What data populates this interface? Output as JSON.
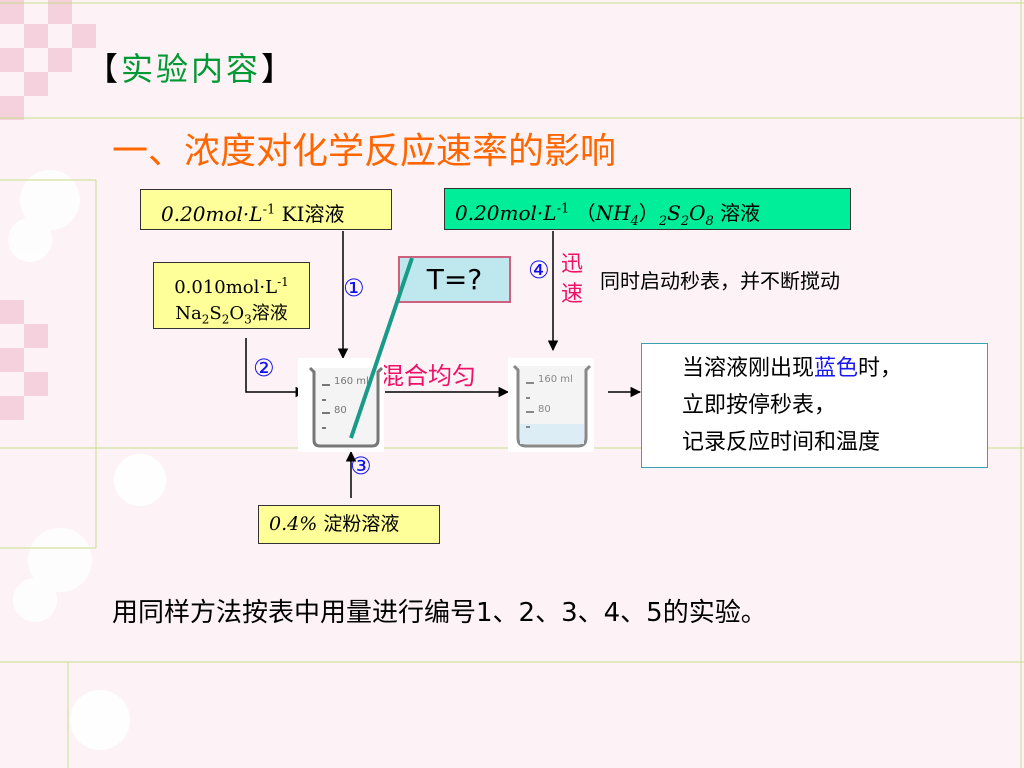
{
  "heading": {
    "open_bracket": "【",
    "text": "实验内容",
    "close_bracket": "】"
  },
  "section_title": "一、浓度对化学反应速率的影响",
  "ki_box": {
    "text": "0.20mol·L-1 KI溶液"
  },
  "persulfate_box": {
    "text": "0.20mol·L-1 （NH4）2S2O8 溶液"
  },
  "thiosulfate_box": {
    "line1": "0.010mol·L-1",
    "line2": "Na2S2O3溶液"
  },
  "starch_box": {
    "text": "0.4% 淀粉溶液"
  },
  "t_box": "T=?",
  "steps": {
    "one": "①",
    "two": "②",
    "three": "③",
    "four": "④"
  },
  "quick": {
    "char1": "迅",
    "char2": "速"
  },
  "mix_label": "混合均匀",
  "start_note": "同时启动秒表，并不断搅动",
  "beaker": {
    "mark_160": "160 ml",
    "mark_80": "80"
  },
  "result": {
    "line1_pre": "当溶液刚出现",
    "line1_blue": "蓝色",
    "line1_post": "时，",
    "line2": "立即按停秒表，",
    "line3": "记录反应时间和温度"
  },
  "footer": "用同样方法按表中用量进行编号1、2、3、4、5的实验。",
  "colors": {
    "title": "#ff6600",
    "heading_green": "#009933",
    "step_blue": "#1010ee",
    "accent_pink": "#ee1166",
    "blue_word": "#1a1aee"
  }
}
